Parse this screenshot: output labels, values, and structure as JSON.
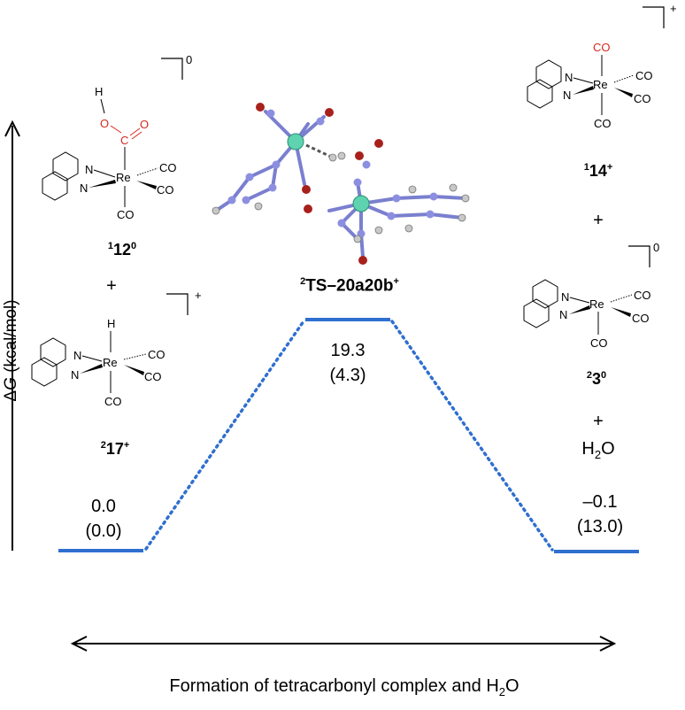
{
  "axis": {
    "y_label_delta": "Δ",
    "y_label_symbol": "G",
    "y_label_unit": " (kcal/mol)",
    "x_label": "Formation of tetracarbonyl complex and H",
    "x_label_sub": "2",
    "x_label_tail": "O"
  },
  "states": {
    "left": {
      "compound_a": {
        "sup": "1",
        "name": "12",
        "charge": "0"
      },
      "plus": "+",
      "compound_b": {
        "sup": "2",
        "name": "17",
        "charge": "+"
      },
      "energy": "0.0",
      "energy_paren": "(0.0)"
    },
    "ts": {
      "sup": "2",
      "name": "TS–20a20b",
      "charge": "+",
      "energy": "19.3",
      "energy_paren": "(4.3)"
    },
    "right": {
      "compound_a": {
        "sup": "1",
        "name": "14",
        "charge": "+"
      },
      "plus1": "+",
      "compound_b": {
        "sup": "2",
        "name": "3",
        "charge": "0"
      },
      "plus2": "+",
      "water": "H",
      "water_sub": "2",
      "water_tail": "O",
      "energy": "–0.1",
      "energy_paren": "(13.0)"
    }
  },
  "molecules": {
    "re": "Re",
    "co": "CO",
    "n": "N",
    "h": "H",
    "o": "O",
    "c": "C",
    "bracket_zero": "0",
    "bracket_plus": "+"
  },
  "colors": {
    "level_line": "#2f6fd0",
    "connector": "#2f6fd0",
    "oxygen_red": "#d42a1e",
    "atom_re": "#5fd3b0",
    "atom_n": "#8c8fe0",
    "atom_o": "#a8201c",
    "atom_h": "#c8c8c8"
  },
  "chart_data": {
    "type": "energy_profile",
    "ylabel": "ΔG (kcal/mol)",
    "xlabel": "Formation of tetracarbonyl complex and H2O",
    "levels": [
      {
        "name": "112⁰ + 217⁺",
        "value": 0.0,
        "paren": 0.0
      },
      {
        "name": "2TS–20a20b⁺",
        "value": 19.3,
        "paren": 4.3
      },
      {
        "name": "114⁺ + 23⁰ + H2O",
        "value": -0.1,
        "paren": 13.0
      }
    ]
  }
}
